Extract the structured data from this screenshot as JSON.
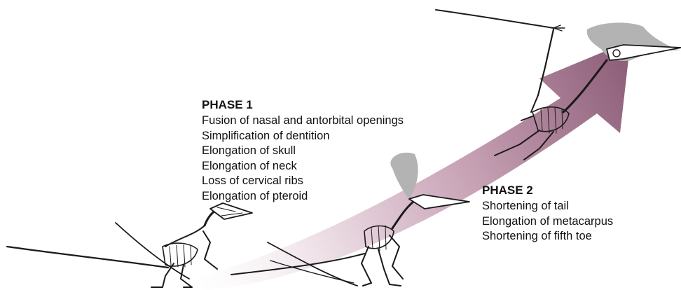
{
  "colors": {
    "arrow_dark": "#8a5a75",
    "arrow_light": "#f5eef2",
    "crest": "#b3b3b3",
    "skeleton": "#1a1a1a"
  },
  "phases": [
    {
      "title": "PHASE 1",
      "changes": [
        "Fusion of nasal and antorbital openings",
        "Simplification of dentition",
        "Elongation of skull",
        "Elongation of neck",
        "Loss of cervical ribs",
        "Elongation of pteroid"
      ]
    },
    {
      "title": "PHASE 2",
      "changes": [
        "Shortening of tail",
        "Elongation of metacarpus",
        "Shortening of fifth toe"
      ]
    }
  ]
}
